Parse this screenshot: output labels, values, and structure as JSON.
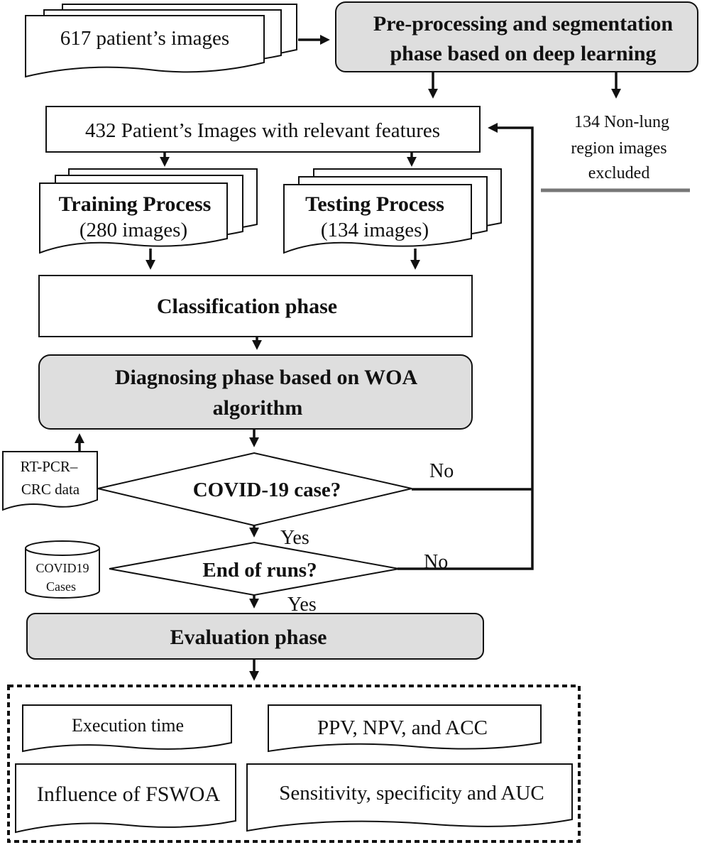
{
  "input": {
    "label": "617 patient’s images"
  },
  "preprocess": {
    "line1": "Pre-processing and segmentation",
    "line2": "phase based on deep learning"
  },
  "excluded": {
    "line1": "134 Non-lung",
    "line2": "region images",
    "line3": "excluded"
  },
  "relevant": {
    "label": "432 Patient’s Images with relevant features"
  },
  "training": {
    "title": "Training Process",
    "count": "(280 images)"
  },
  "testing": {
    "title": "Testing Process",
    "count": "(134 images)"
  },
  "classification": {
    "label": "Classification phase"
  },
  "diagnosing": {
    "line1": "Diagnosing phase based on WOA",
    "line2": "algorithm"
  },
  "rtpcr": {
    "line1": "RT-PCR–",
    "line2": "CRC data"
  },
  "covid_decision": {
    "label": "COVID-19 case?",
    "no": "No",
    "yes": "Yes"
  },
  "covid_db": {
    "line1": "COVID19",
    "line2": "Cases"
  },
  "end_decision": {
    "label": "End of runs?",
    "no": "No",
    "yes": "Yes"
  },
  "evaluation": {
    "label": "Evaluation phase"
  },
  "metrics": {
    "exec_time": "Execution time",
    "ppv": "PPV, NPV, and ACC",
    "fswoa": "Influence of FSWOA",
    "sensitivity": "Sensitivity, specificity and AUC"
  }
}
